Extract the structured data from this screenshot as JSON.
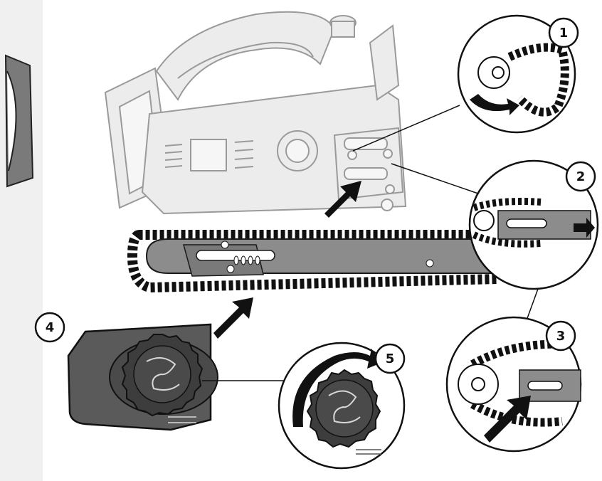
{
  "diagram": {
    "step_numbers": [
      "1",
      "2",
      "3",
      "4",
      "5"
    ],
    "colors": {
      "line": "#1a1a1a",
      "device_fill": "#ececec",
      "device_stroke": "#9a9a9a",
      "bar_fill": "#8c8c8c",
      "cover_fill": "#5a5a5a",
      "knob_fill": "#3d3d3d",
      "arrow": "#111111"
    },
    "icons": [
      "chainsaw-body",
      "guide-bar",
      "saw-chain",
      "side-cover",
      "tension-knob",
      "push-arrow",
      "rotate-arrow"
    ]
  }
}
